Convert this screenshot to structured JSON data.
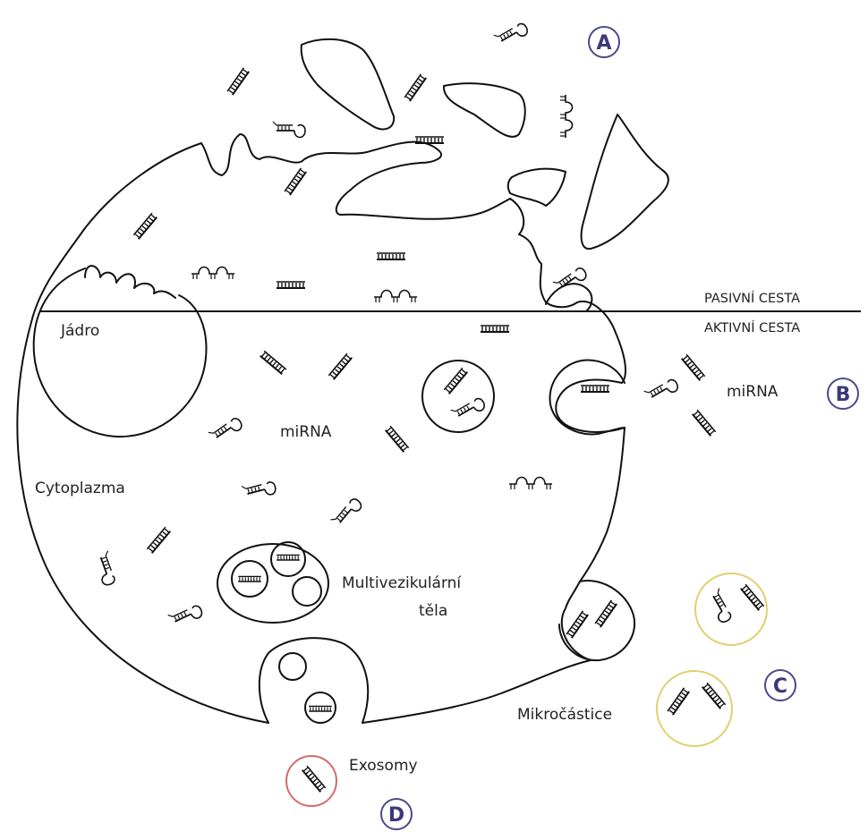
{
  "labels": {
    "nucleus": "Jádro",
    "cytoplasm": "Cytoplazma",
    "mirna_inside": "miRNA",
    "mirna_outside": "miRNA",
    "mvb_line1": "Multivezikulární",
    "mvb_line2": "těla",
    "microparticles": "Mikročástice",
    "exosomes": "Exosomy",
    "passive_route": "PASIVNÍ CESTA",
    "active_route": "AKTIVNÍ CESTA"
  },
  "badges": {
    "a": "A",
    "b": "B",
    "c": "C",
    "d": "D"
  },
  "colors": {
    "ink": "#111111",
    "badge": "#4a4a8a",
    "microparticle_ring": "#e0d070",
    "exosome_ring": "#d46a6a"
  }
}
